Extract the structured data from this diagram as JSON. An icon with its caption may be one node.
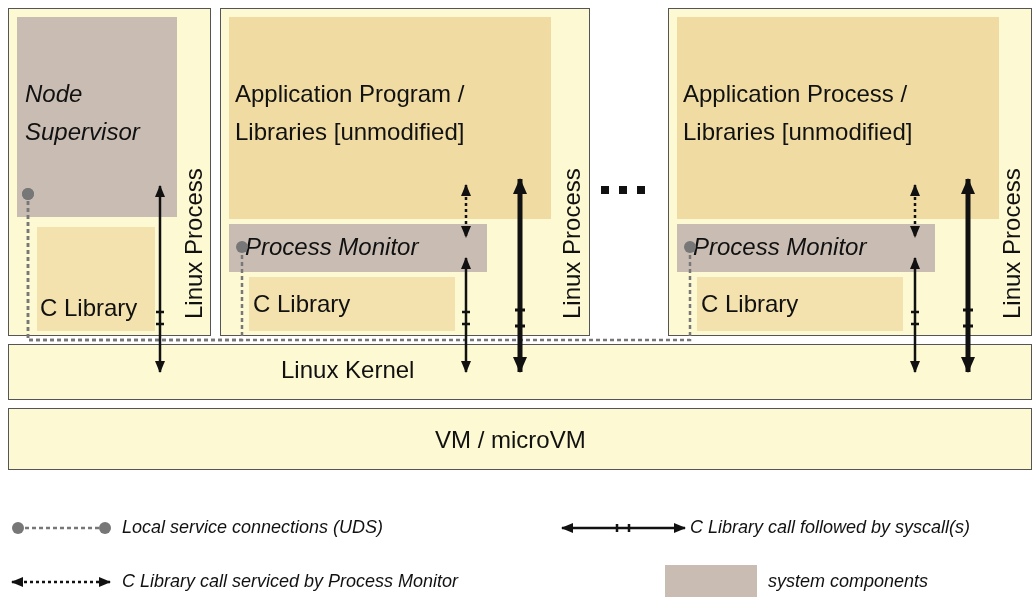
{
  "diagram": {
    "nodes": [
      {
        "text": [
          "Linux Process"
        ]
      },
      {
        "text": [
          "Node Supervisor"
        ],
        "in": 0
      },
      {
        "text": [
          "C Library"
        ],
        "in": 0
      },
      {
        "text": [
          "Linux Process"
        ]
      },
      {
        "text": [
          "Application Program / Libraries [unmodified]"
        ],
        "in": 3
      },
      {
        "text": [
          "Process Monitor"
        ],
        "in": 3
      },
      {
        "text": [
          "C Library"
        ],
        "in": 3
      },
      {
        "text": [
          "Linux Process"
        ]
      },
      {
        "text": [
          "Application Process / Libraries [unmodified]"
        ],
        "in": 7
      },
      {
        "text": [
          "Process Monitor"
        ],
        "in": 7
      },
      {
        "text": [
          "C Library"
        ],
        "in": 7
      },
      {
        "text": [
          "Linux Kernel"
        ]
      },
      {
        "text": [
          "VM / microVM"
        ]
      }
    ],
    "edges": [
      {
        "from": 1,
        "to": 5,
        "arrow": "other",
        "style": "dashed",
        "color": "#777777"
      },
      {
        "from": 1,
        "to": 9,
        "arrow": "other",
        "style": "dashed",
        "color": "#777777"
      },
      {
        "from": 1,
        "to": 11,
        "arrow": "both"
      },
      {
        "from": 4,
        "to": 5,
        "arrow": "both",
        "style": "dashed"
      },
      {
        "from": 5,
        "to": 11,
        "arrow": "both"
      },
      {
        "from": 4,
        "to": 11,
        "arrow": "both",
        "style": "thick"
      },
      {
        "from": 8,
        "to": 9,
        "arrow": "both",
        "style": "dashed"
      },
      {
        "from": 9,
        "to": 11,
        "arrow": "both"
      },
      {
        "from": 8,
        "to": 11,
        "arrow": "both",
        "style": "thick"
      }
    ],
    "legend": [
      {
        "text": "Local service connections (UDS)"
      },
      {
        "text": "C Library call followed by syscall(s)"
      },
      {
        "text": "C Library call serviced by Process Monitor"
      },
      {
        "text": "system components",
        "color": "#c9bdb3"
      }
    ]
  }
}
